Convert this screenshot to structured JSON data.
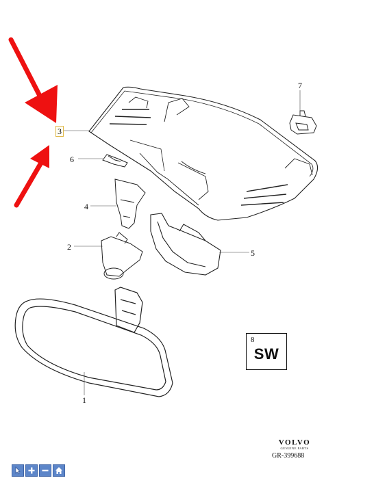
{
  "callouts": [
    {
      "id": "1",
      "label": "1"
    },
    {
      "id": "2",
      "label": "2"
    },
    {
      "id": "3",
      "label": "3"
    },
    {
      "id": "4",
      "label": "4"
    },
    {
      "id": "5",
      "label": "5"
    },
    {
      "id": "6",
      "label": "6"
    },
    {
      "id": "7",
      "label": "7"
    },
    {
      "id": "8",
      "label": "8"
    }
  ],
  "sw_box": {
    "number": "8",
    "text": "SW"
  },
  "brand": {
    "name": "VOLVO",
    "tagline": "GENUINE PARTS"
  },
  "reference": "GR-399688",
  "annotation_color": "#ee1111",
  "toolbar": {
    "buttons": [
      {
        "name": "select-tool-button",
        "icon": "cursor-icon"
      },
      {
        "name": "zoom-in-button",
        "icon": "plus-icon"
      },
      {
        "name": "zoom-out-button",
        "icon": "minus-icon"
      },
      {
        "name": "home-button",
        "icon": "home-icon"
      }
    ],
    "color": "#5d86c9"
  }
}
